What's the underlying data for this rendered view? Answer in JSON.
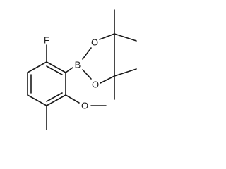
{
  "molecule": {
    "atoms": {
      "fluorine": "F",
      "boron": "B",
      "oxygen_top": "O",
      "oxygen_bottom": "O",
      "oxygen_methoxy": "O"
    }
  }
}
